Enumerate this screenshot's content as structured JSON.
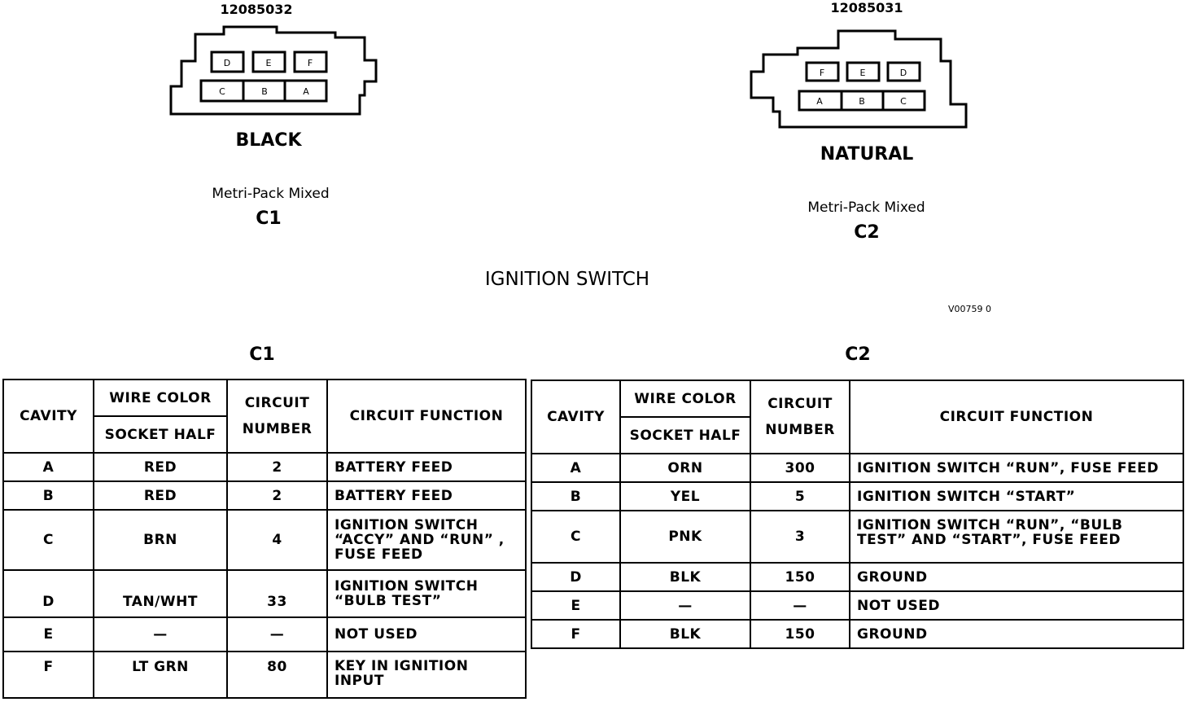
{
  "title": "IGNITION SWITCH",
  "figure_code": "V00759 0",
  "connectors": [
    {
      "part_number": "12085032",
      "color": "BLACK",
      "series": "Metri-Pack Mixed",
      "id": "C1",
      "top_cavities": [
        "D",
        "E",
        "F"
      ],
      "bottom_cavities": [
        "C",
        "B",
        "A"
      ]
    },
    {
      "part_number": "12085031",
      "color": "NATURAL",
      "series": "Metri-Pack Mixed",
      "id": "C2",
      "top_cavities": [
        "F",
        "E",
        "D"
      ],
      "bottom_cavities": [
        "A",
        "B",
        "C"
      ]
    }
  ],
  "tables": [
    {
      "caption": "C1",
      "headers": {
        "cavity": "CAVITY",
        "wire_color": "WIRE COLOR",
        "socket_half": "SOCKET HALF",
        "circuit": "CIRCUIT",
        "number": "NUMBER",
        "function": "CIRCUIT FUNCTION"
      },
      "rows": [
        {
          "cavity": "A",
          "color": "RED",
          "circuit": "2",
          "function": "BATTERY FEED"
        },
        {
          "cavity": "B",
          "color": "RED",
          "circuit": "2",
          "function": "BATTERY FEED"
        },
        {
          "cavity": "C",
          "color": "BRN",
          "circuit": "4",
          "function": "IGNITION SWITCH\n“ACCY” AND “RUN” ,\nFUSE FEED"
        },
        {
          "cavity": "D",
          "color": "TAN/WHT",
          "circuit": "33",
          "function": "IGNITION SWITCH\n“BULB TEST”"
        },
        {
          "cavity": "E",
          "color": "—",
          "circuit": "—",
          "function": "NOT USED"
        },
        {
          "cavity": "F",
          "color": "LT GRN",
          "circuit": "80",
          "function": "KEY IN IGNITION\nINPUT"
        }
      ]
    },
    {
      "caption": "C2",
      "headers": {
        "cavity": "CAVITY",
        "wire_color": "WIRE COLOR",
        "socket_half": "SOCKET HALF",
        "circuit": "CIRCUIT",
        "number": "NUMBER",
        "function": "CIRCUIT FUNCTION"
      },
      "rows": [
        {
          "cavity": "A",
          "color": "ORN",
          "circuit": "300",
          "function": "IGNITION SWITCH “RUN”, FUSE FEED"
        },
        {
          "cavity": "B",
          "color": "YEL",
          "circuit": "5",
          "function": "IGNITION SWITCH “START”"
        },
        {
          "cavity": "C",
          "color": "PNK",
          "circuit": "3",
          "function": "IGNITION SWITCH “RUN”, “BULB\nTEST” AND “START”, FUSE FEED"
        },
        {
          "cavity": "D",
          "color": "BLK",
          "circuit": "150",
          "function": "GROUND"
        },
        {
          "cavity": "E",
          "color": "—",
          "circuit": "—",
          "function": "NOT USED"
        },
        {
          "cavity": "F",
          "color": "BLK",
          "circuit": "150",
          "function": "GROUND"
        }
      ]
    }
  ]
}
